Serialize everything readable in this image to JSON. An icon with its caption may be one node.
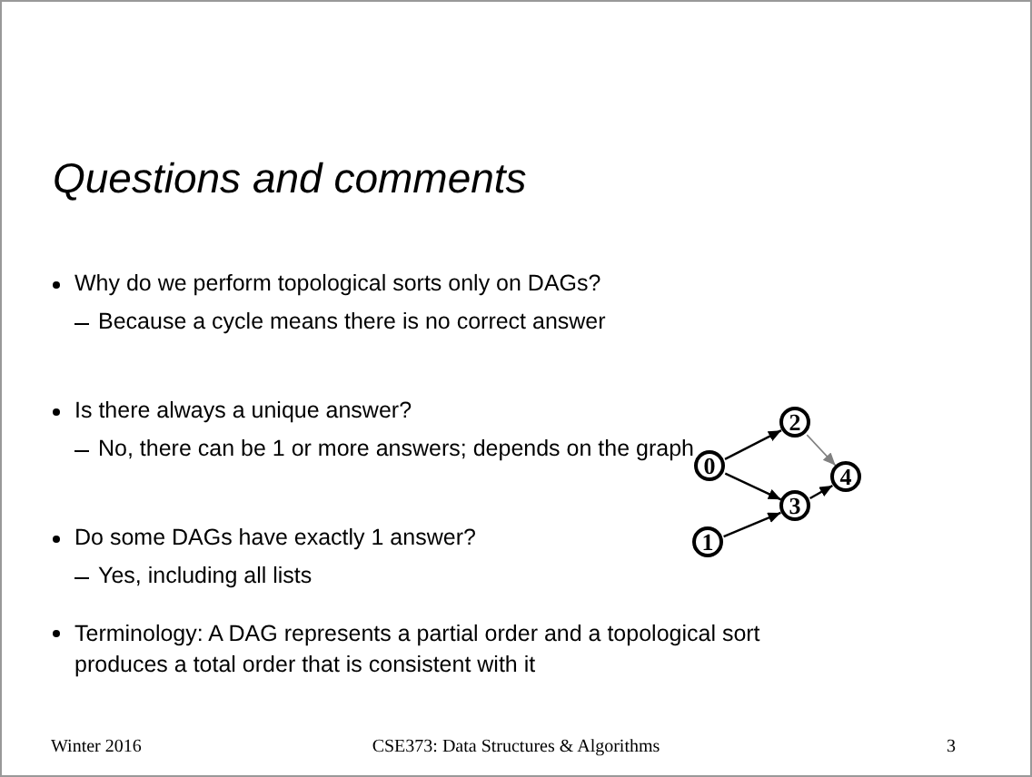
{
  "diagram": {
    "title": "Questions and comments",
    "nodes": [
      {
        "text": [
          "0"
        ]
      },
      {
        "text": [
          "2"
        ]
      },
      {
        "text": [
          "3"
        ]
      },
      {
        "text": [
          "1"
        ]
      },
      {
        "text": [
          "4"
        ]
      }
    ],
    "edges": [
      {
        "from": 0,
        "to": 1,
        "arrow": "to"
      },
      {
        "from": 0,
        "to": 2,
        "arrow": "to"
      },
      {
        "from": 3,
        "to": 2,
        "arrow": "to"
      },
      {
        "from": 1,
        "to": 4,
        "arrow": "to",
        "color": "#808080"
      },
      {
        "from": 2,
        "to": 4,
        "arrow": "to"
      }
    ],
    "labels": [
      "Why do we perform topological sorts only on DAGs?",
      "Because a cycle means there is no correct answer",
      "Is there always a unique answer?",
      "No, there can be 1 or more answers; depends on the graph",
      "Do some DAGs have exactly 1 answer?",
      "Yes, including all lists",
      "Terminology: A DAG represents a partial order and a topological sort produces a total order that is consistent with it",
      "Winter 2016",
      "CSE373: Data Structures & Algorithms",
      "3"
    ]
  }
}
